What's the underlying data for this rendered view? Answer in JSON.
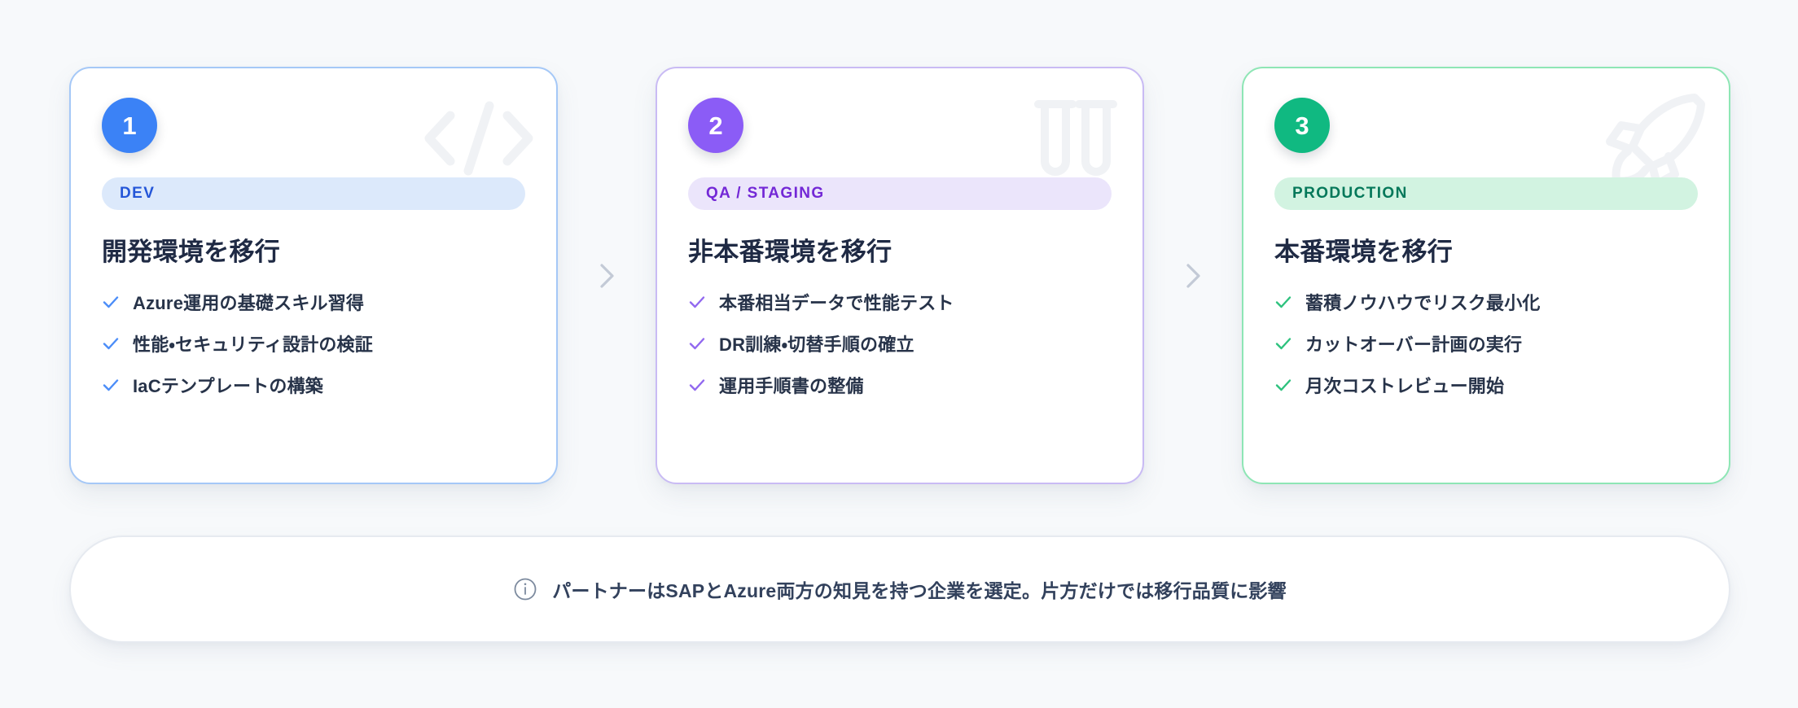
{
  "theme": {
    "background": "#f7f9fb",
    "card_background": "#ffffff",
    "title_color": "#1f2a44",
    "body_color": "#273349"
  },
  "phases": [
    {
      "number": "1",
      "accent": "#3b82f6",
      "border_color": "#a5c8f7",
      "tag_bg": "#dce9fb",
      "tag_color": "#2456d8",
      "tag": "DEV",
      "title": "開発環境を移行",
      "watermark_icon": "code-brackets-icon",
      "items": [
        "Azure運用の基礎スキル習得",
        "性能・セキュリティ設計の検証",
        "IaCテンプレートの構築"
      ]
    },
    {
      "number": "2",
      "accent": "#8b5cf6",
      "border_color": "#c9bbf4",
      "tag_bg": "#ebe5fb",
      "tag_color": "#7328d6",
      "tag": "QA / STAGING",
      "title": "非本番環境を移行",
      "watermark_icon": "test-tubes-icon",
      "items": [
        "本番相当データで性能テスト",
        "DR訓練・切替手順の確立",
        "運用手順書の整備"
      ]
    },
    {
      "number": "3",
      "accent": "#10b981",
      "border_color": "#8ee6b5",
      "tag_bg": "#d2f3e1",
      "tag_color": "#05785a",
      "tag": "PRODUCTION",
      "title": "本番環境を移行",
      "watermark_icon": "rocket-icon",
      "items": [
        "蓄積ノウハウでリスク最小化",
        "カットオーバー計画の実行",
        "月次コストレビュー開始"
      ]
    }
  ],
  "separators": [
    "chevron-right-icon",
    "chevron-right-icon"
  ],
  "footer": {
    "icon": "info-circle-icon",
    "text": "パートナーはSAPとAzure両方の知見を持つ企業を選定。片方だけでは移行品質に影響"
  }
}
